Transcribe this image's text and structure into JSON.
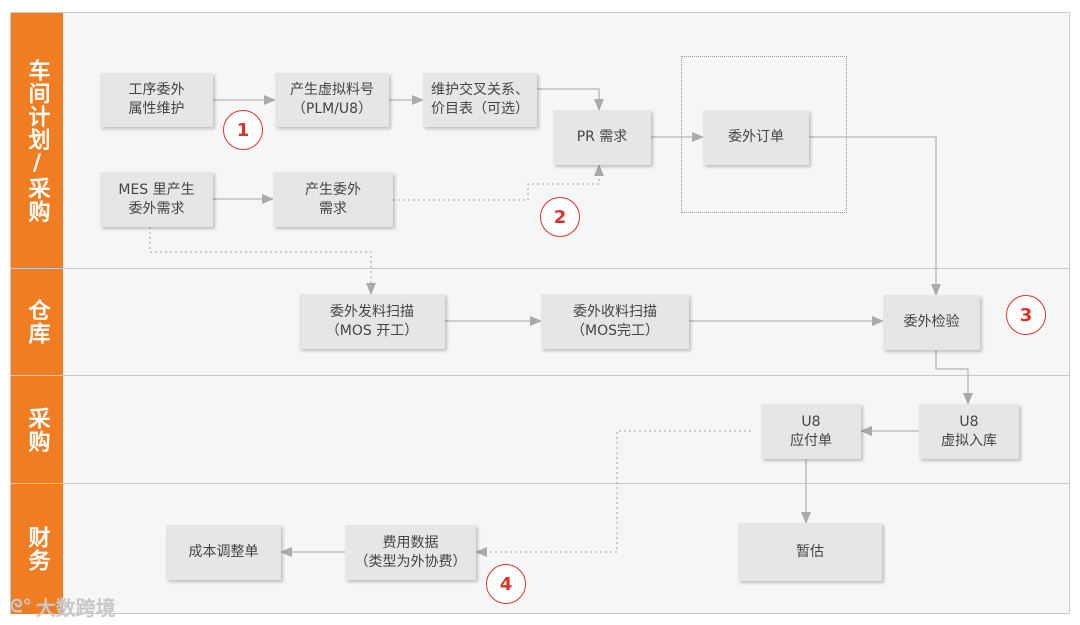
{
  "lanes": [
    {
      "id": "workshop",
      "label": "车间计划/采购"
    },
    {
      "id": "warehouse",
      "label": "仓库"
    },
    {
      "id": "purchase",
      "label": "采购"
    },
    {
      "id": "finance",
      "label": "财务"
    }
  ],
  "nodes": {
    "process_outsource": "工序委外\n属性维护",
    "virtual_material": "产生虚拟料号\n（PLM/U8）",
    "cross_relation": "维护交叉关系、\n价目表（可选）",
    "pr_demand": "PR 需求",
    "outsource_order": "委外订单",
    "mes_demand": "MES 里产生\n委外需求",
    "gen_outsource_demand": "产生委外\n需求",
    "issue_scan": "委外发料扫描\n（MOS 开工）",
    "receive_scan": "委外收料扫描\n（MOS完工）",
    "outsource_inspection": "委外检验",
    "u8_payable": "U8\n应付单",
    "u8_virtual_inbound": "U8\n虚拟入库",
    "cost_adjust": "成本调整单",
    "expense_data": "费用数据\n（类型为外协费）",
    "provisional": "暂估"
  },
  "badges": [
    "1",
    "2",
    "3",
    "4"
  ],
  "watermark": "大数跨境",
  "colors": {
    "lane_label": "#f07d22",
    "badge": "#d9352b",
    "box": "#e6e6e6",
    "arrow": "#aaaaaa"
  }
}
